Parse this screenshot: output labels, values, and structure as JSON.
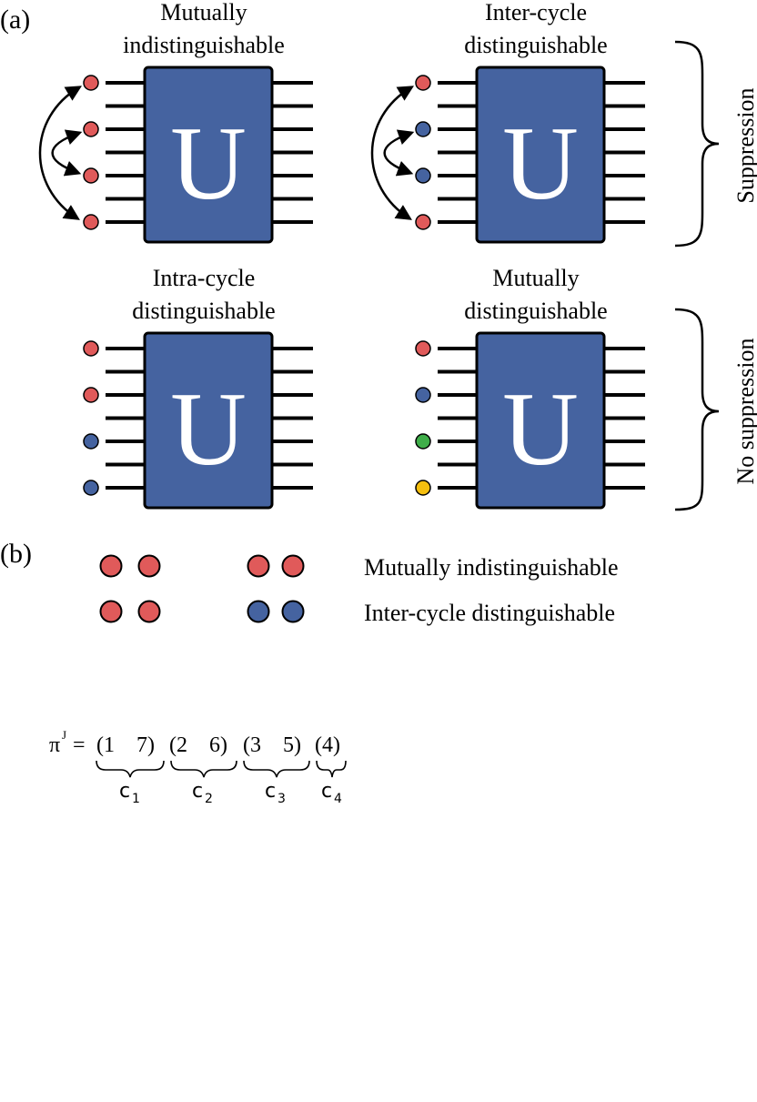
{
  "colors": {
    "box": "#4563a0",
    "red": "#e05a5a",
    "blue": "#4563a0",
    "green": "#3fae49",
    "yellow": "#f5bf0f",
    "line": "#000000"
  },
  "panel_a": {
    "label": "(a)",
    "box_letter": "U",
    "circuits": [
      {
        "title_line1": "Mutually",
        "title_line2": "indistinguishable",
        "dots": [
          "red",
          "red",
          "red",
          "red"
        ],
        "arrows": true
      },
      {
        "title_line1": "Inter-cycle",
        "title_line2": "distinguishable",
        "dots": [
          "red",
          "blue",
          "blue",
          "red"
        ],
        "arrows": true
      },
      {
        "title_line1": "Intra-cycle",
        "title_line2": "distinguishable",
        "dots": [
          "red",
          "red",
          "blue",
          "blue"
        ],
        "arrows": false
      },
      {
        "title_line1": "Mutually",
        "title_line2": "distinguishable",
        "dots": [
          "red",
          "blue",
          "green",
          "yellow"
        ],
        "arrows": false
      }
    ],
    "brace_top_label": "Suppression",
    "brace_bottom_label": "No suppression"
  },
  "panel_b": {
    "label": "(b)",
    "rows": [
      {
        "left": [
          "red",
          "red"
        ],
        "right": [
          "red",
          "red"
        ],
        "label": "Mutually indistinguishable"
      },
      {
        "left": [
          "red",
          "red"
        ],
        "right": [
          "blue",
          "blue"
        ],
        "label": "Inter-cycle distinguishable"
      }
    ]
  },
  "formula": {
    "symbol": "π",
    "superscript": "J",
    "equals": "=",
    "cycles": [
      {
        "text": "(1    7)",
        "label": "c",
        "sub": "1"
      },
      {
        "text": "(2    6)",
        "label": "c",
        "sub": "2"
      },
      {
        "text": "(3    5)",
        "label": "c",
        "sub": "3"
      },
      {
        "text": "(4)",
        "label": "c",
        "sub": "4"
      }
    ]
  }
}
